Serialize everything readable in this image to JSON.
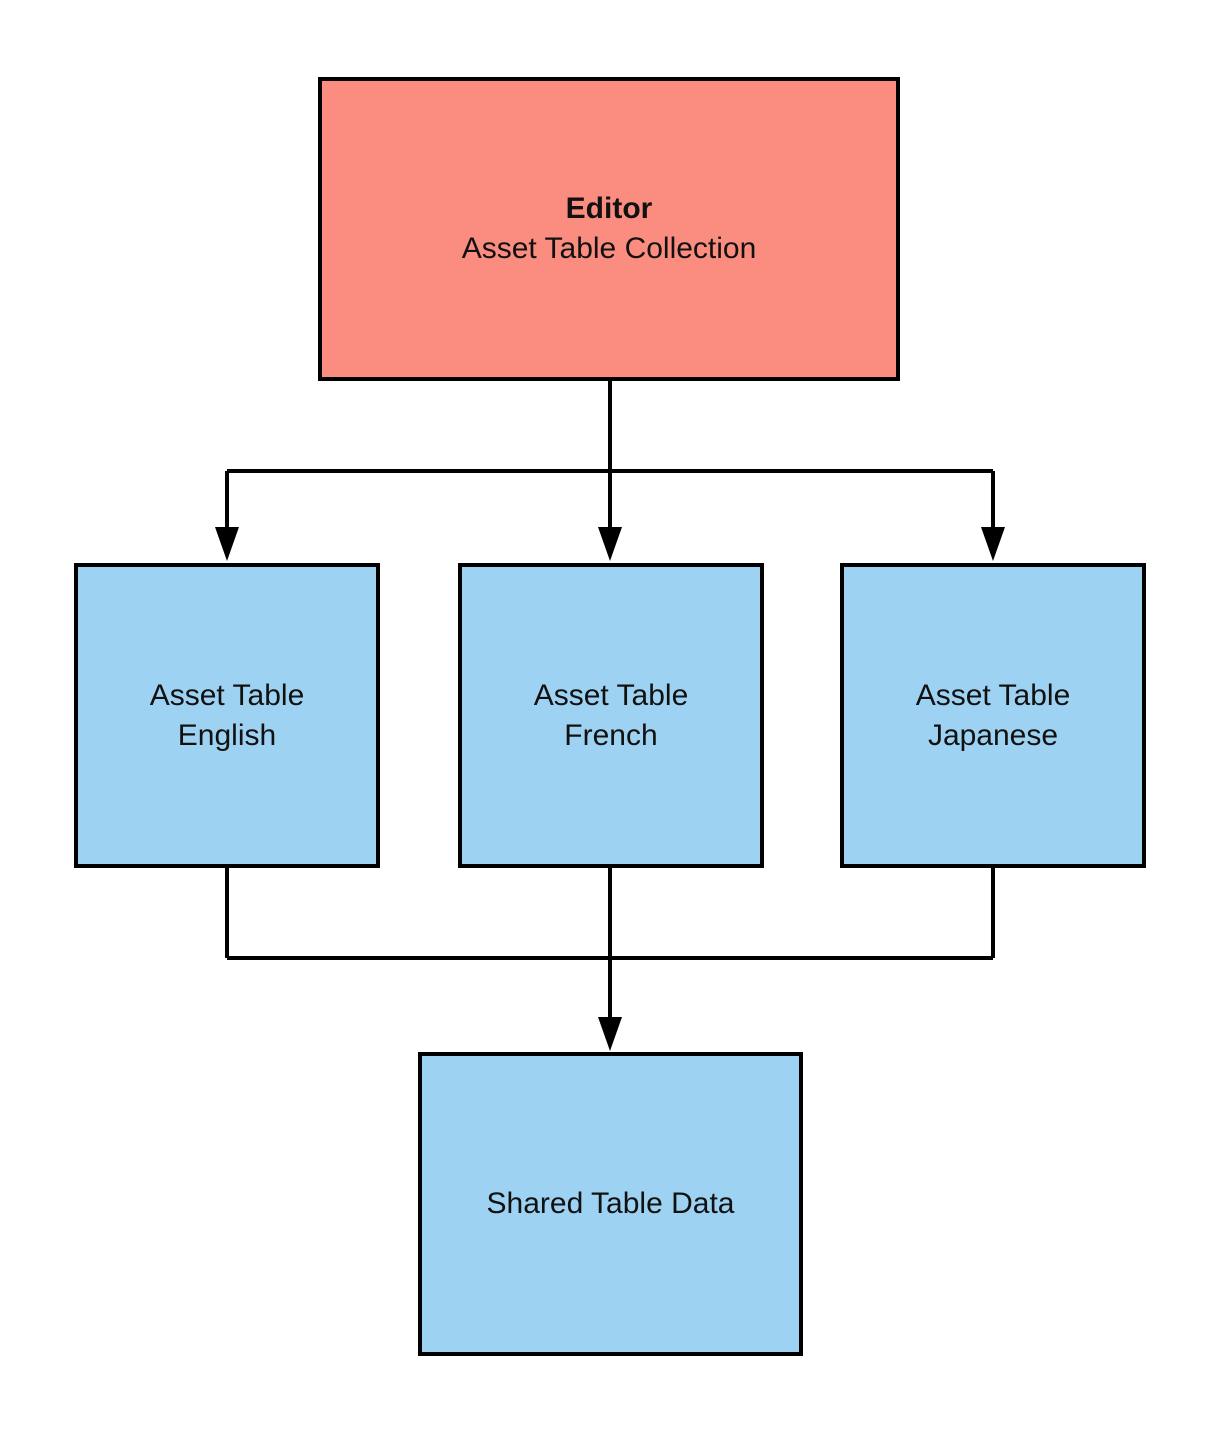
{
  "colors": {
    "editor_fill": "#FB8D80",
    "table_fill": "#9DD2F2",
    "line": "#000000",
    "background": "#FFFFFF"
  },
  "nodes": {
    "editor": {
      "title": "Editor",
      "subtitle": "Asset Table Collection"
    },
    "english": {
      "line1": "Asset Table",
      "line2": "English"
    },
    "french": {
      "line1": "Asset Table",
      "line2": "French"
    },
    "japanese": {
      "line1": "Asset Table",
      "line2": "Japanese"
    },
    "shared": {
      "line1": "Shared Table Data"
    }
  }
}
